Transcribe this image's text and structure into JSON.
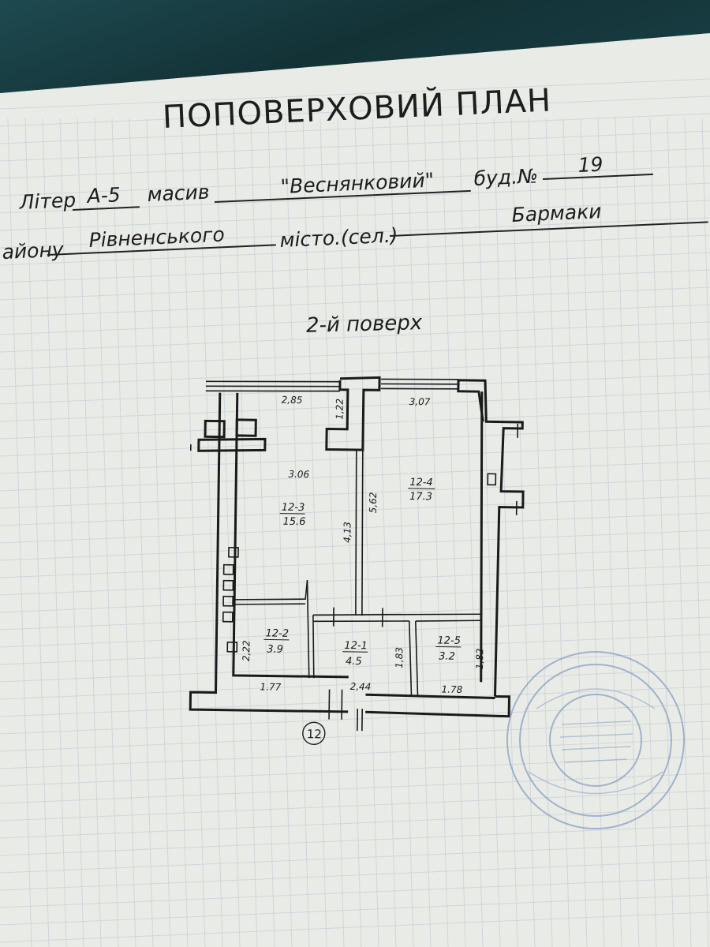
{
  "document": {
    "title": "ПОПОВЕРХОВИЙ ПЛАН",
    "fields": {
      "liter_label": "Літер",
      "liter_value": "А-5",
      "masyv_label": "масив",
      "masyv_value": "\"Веснянковий\"",
      "bud_label": "буд.№",
      "bud_value": "19",
      "rayon_label": "айону",
      "rayon_value": "Рівненського",
      "misto_label": "місто.(сел.)",
      "misto_value": "Бармаки"
    },
    "floor_label": "2-й поверх"
  },
  "plan": {
    "apartment_marker": "12",
    "rooms": [
      {
        "id": "12-3",
        "area": "15.6"
      },
      {
        "id": "12-4",
        "area": "17.3"
      },
      {
        "id": "12-2",
        "area": "3.9"
      },
      {
        "id": "12-1",
        "area": "4.5"
      },
      {
        "id": "12-5",
        "area": "3.2"
      }
    ],
    "dimensions": [
      "2,85",
      "1,22",
      "3,07",
      "3.06",
      "5,62",
      "4,13",
      "2,22",
      "1,83",
      "1,82",
      "1.77",
      "2,44",
      "1.78"
    ]
  },
  "stamp": {
    "kind": "round official seal, faint blue ink"
  },
  "colors": {
    "paper": "#e9ebe6",
    "grid": "#cfd6da",
    "ink": "#1a1a1a",
    "stamp": "#8a9fc2",
    "background": "#173c40"
  }
}
